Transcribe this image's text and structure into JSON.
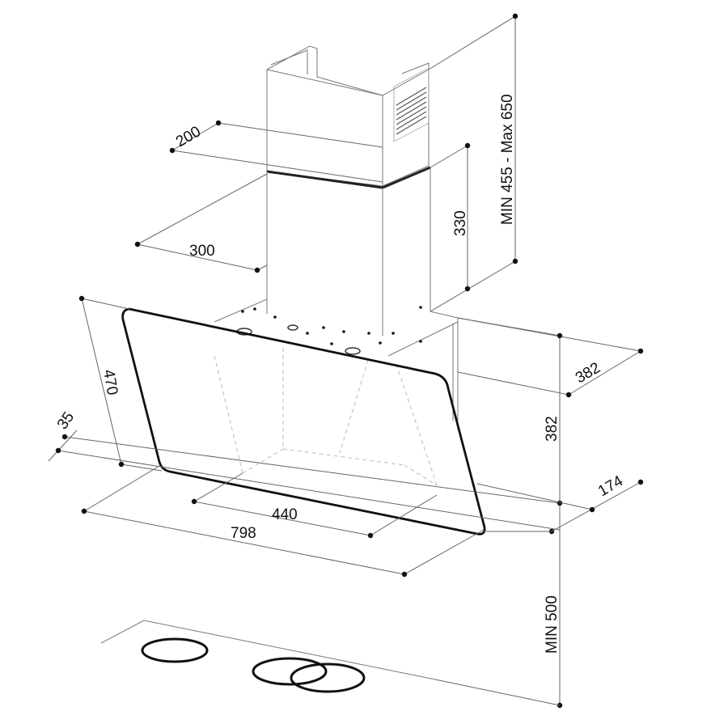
{
  "dimensions": {
    "duct_depth": "200",
    "duct_width": "300",
    "duct_section": "330",
    "duct_total": "MIN 455 - Max 650",
    "glass_height": "470",
    "glass_offset": "35",
    "depth_top": "382",
    "height_body": "382",
    "depth_bottom": "174",
    "width_inner": "440",
    "width_total": "798",
    "clearance": "MIN 500"
  }
}
